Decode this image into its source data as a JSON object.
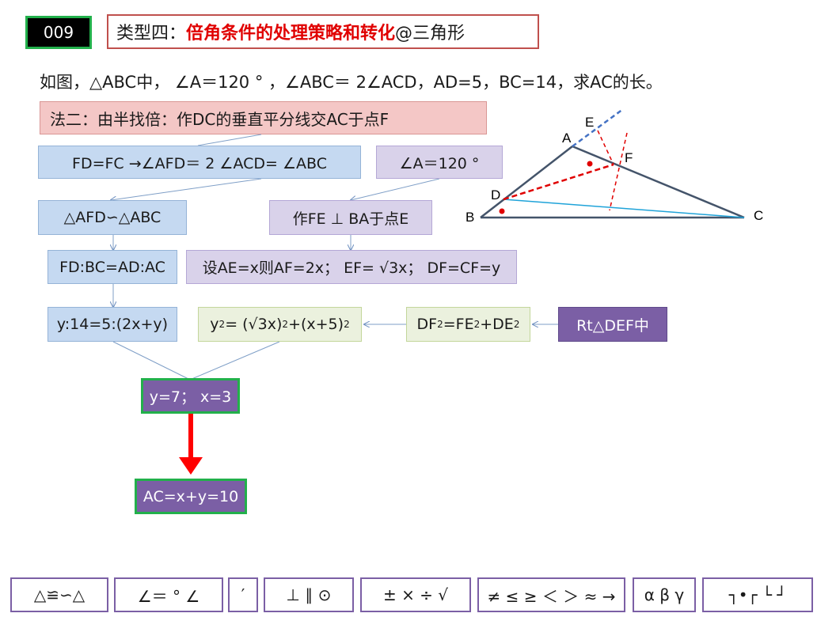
{
  "badge": "009",
  "title": {
    "prefix": "类型四：",
    "highlight": "倍角条件的处理策略和转化",
    "suffix": "@三角形"
  },
  "problem": "如图，△ABC中， ∠A＝120 ° ，∠ABC＝ 2∠ACD，AD=5，BC=14，求AC的长。",
  "method": "法二：由半找倍：作DC的垂直平分线交AC于点F",
  "flow": {
    "fd_fc": "FD=FC →∠AFD＝ 2 ∠ACD= ∠ABC",
    "angle_a": "∠A＝120 °",
    "similar": "△AFD∽△ABC",
    "make_fe": "作FE ⊥ BA于点E",
    "ratio": "FD:BC=AD:AC",
    "let": "设AE=x则AF=2x； EF= √3x； DF=CF=y",
    "eq1": "y:14=5:(2x+y)",
    "eq2_a": "y",
    "eq2_b": "= (√3x) ",
    "eq2_c": "+(x+5)",
    "sq": "2",
    "eq3_a": "DF",
    "eq3_b": "=FE",
    "eq3_c": "+DE",
    "rt": "Rt△DEF中",
    "solve": "y=7； x=3",
    "answer": "AC=x+y=10"
  },
  "figure_labels": {
    "A": "A",
    "B": "B",
    "C": "C",
    "D": "D",
    "E": "E",
    "F": "F"
  },
  "symbols": [
    "△≌∽△",
    "∠＝ °  ∠",
    "′",
    "⊥ ∥ ⊙",
    "±  ×  ÷ √",
    "≠ ≤ ≥ ＜ ＞ ≈ →",
    "α β γ",
    "┐•┌ └ ┘"
  ],
  "colors": {
    "red": "#e00000",
    "green_border": "#22b04b",
    "purple": "#7b5fa5",
    "line_blue": "#44546a",
    "cyan": "#1fa3d9"
  }
}
